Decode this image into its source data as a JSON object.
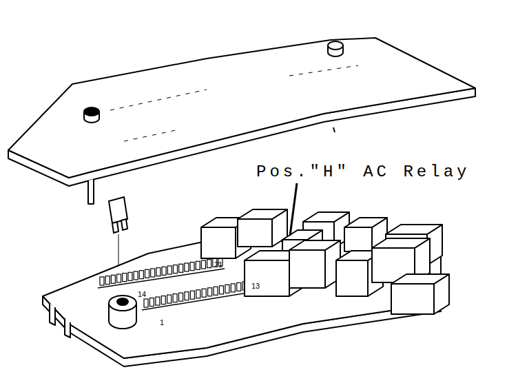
{
  "diagram": {
    "labels": [
      "Pos.\"H\" AC Relay",
      "21",
      "14",
      "13",
      "1"
    ]
  }
}
